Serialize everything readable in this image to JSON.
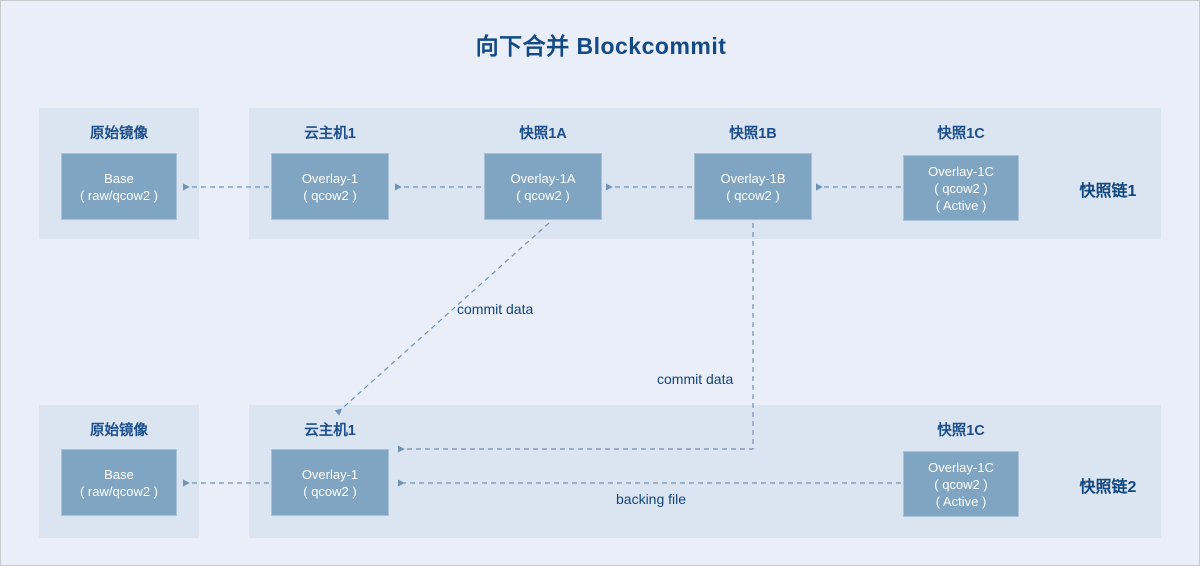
{
  "title": "向下合并 Blockcommit",
  "rows": [
    {
      "chain_label": "快照链1",
      "groups": [
        {
          "title": "原始镜像",
          "node": [
            "Base",
            "( raw/qcow2 )"
          ]
        },
        {
          "title": "云主机1",
          "node": [
            "Overlay-1",
            "( qcow2 )"
          ]
        },
        {
          "title": "快照1A",
          "node": [
            "Overlay-1A",
            "( qcow2 )"
          ]
        },
        {
          "title": "快照1B",
          "node": [
            "Overlay-1B",
            "( qcow2 )"
          ]
        },
        {
          "title": "快照1C",
          "node": [
            "Overlay-1C",
            "( qcow2 )",
            "( Active )"
          ]
        }
      ]
    },
    {
      "chain_label": "快照链2",
      "groups": [
        {
          "title": "原始镜像",
          "node": [
            "Base",
            "( raw/qcow2 )"
          ]
        },
        {
          "title": "云主机1",
          "node": [
            "Overlay-1",
            "( qcow2 )"
          ]
        },
        {
          "title": "快照1C",
          "node": [
            "Overlay-1C",
            "( qcow2 )",
            "( Active )"
          ]
        }
      ]
    }
  ],
  "edge_labels": {
    "commit_data_diagonal": "commit data",
    "commit_data_vertical": "commit data",
    "backing_file": "backing file"
  },
  "colors": {
    "canvas_background": "#e9eef9",
    "panel_background": "#dbe4f1",
    "node_fill": "#7fa5c2",
    "node_border": "#a9c2d6",
    "title_text": "#134a86",
    "group_title_text": "#1c4f8b",
    "chain_label_text": "#10477f",
    "edge_stroke": "#6d94b5",
    "edge_label_text": "#14467e"
  }
}
